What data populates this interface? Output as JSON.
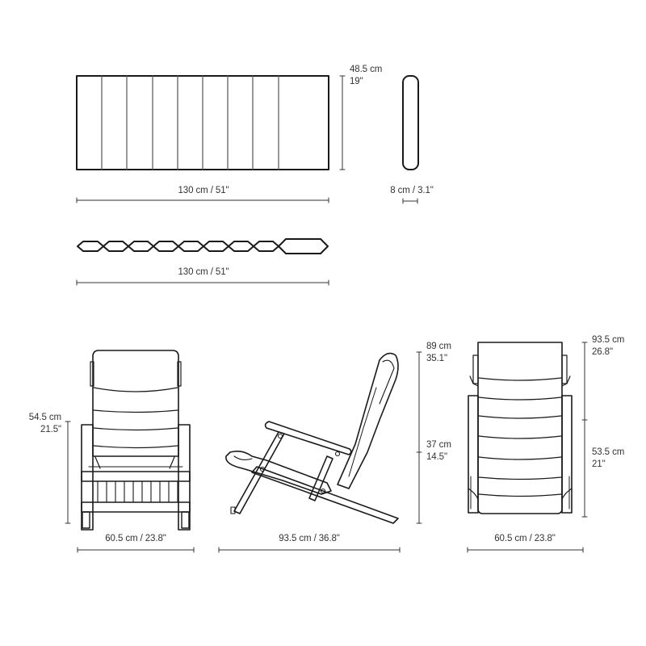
{
  "views": {
    "cushion_top": {
      "width_label": "130 cm / 51\"",
      "depth_cm": "48.5 cm",
      "depth_in": "19\"",
      "segments": 9
    },
    "cushion_end": {
      "thickness_label": "8 cm / 3.1\""
    },
    "cushion_side": {
      "width_label": "130 cm / 51\"",
      "segments": 9
    },
    "chair_front": {
      "width_label": "60.5 cm / 23.8\"",
      "arm_height_cm": "54.5 cm",
      "arm_height_in": "21.5\""
    },
    "chair_side": {
      "depth_label": "93.5 cm / 36.8\"",
      "total_height_cm": "89 cm",
      "total_height_in": "35.1\"",
      "seat_height_cm": "37 cm",
      "seat_height_in": "14.5\""
    },
    "chair_back": {
      "width_label": "60.5 cm / 23.8\"",
      "total_height_cm": "93.5 cm",
      "total_height_in": "26.8\"",
      "lower_height_cm": "53.5 cm",
      "lower_height_in": "21\""
    }
  },
  "colors": {
    "line": "#1a1a1a",
    "dim_line": "#333333",
    "background": "#ffffff"
  }
}
